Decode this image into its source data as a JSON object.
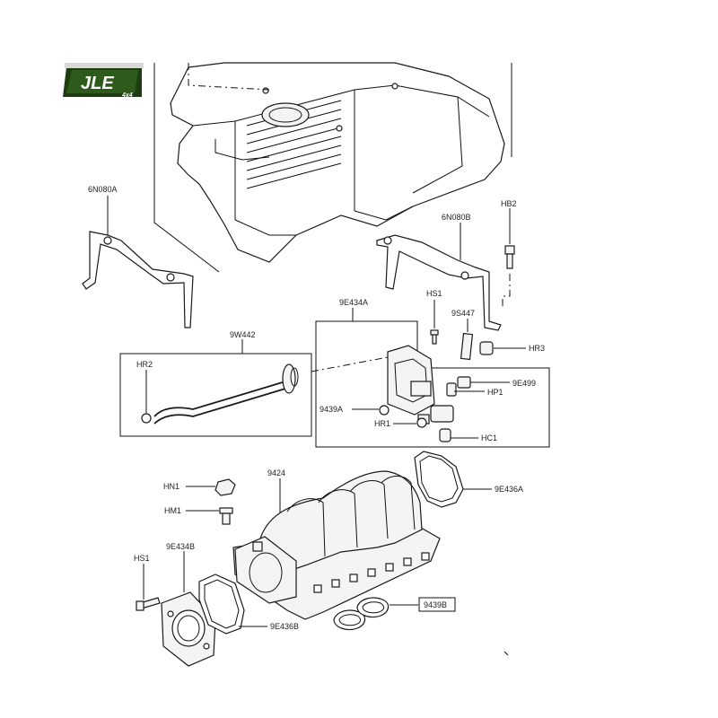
{
  "logo": {
    "main": "JLE",
    "sub": "4x4"
  },
  "labels": {
    "bracket_left": "6N080A",
    "bracket_right": "6N080B",
    "hb2": "HB2",
    "hs1_top": "HS1",
    "asm_9e434a": "9E434A",
    "p9s447": "9S447",
    "hr3": "HR3",
    "tube": "9W442",
    "hr2": "HR2",
    "p9e499": "9E499",
    "hp1": "HP1",
    "p9439a": "9439A",
    "hr1": "HR1",
    "hc1": "HC1",
    "hn1": "HN1",
    "manifold": "9424",
    "p9e436a": "9E436A",
    "hm1": "HM1",
    "p9e434b": "9E434B",
    "hs1_bottom": "HS1",
    "p9439b": "9439B",
    "p9e436b": "9E436B"
  },
  "colors": {
    "logo_bg": "#2e5a1c",
    "logo_bg_dark": "#1d3d10",
    "line": "#111111",
    "part_fill": "#f4f4f4"
  }
}
